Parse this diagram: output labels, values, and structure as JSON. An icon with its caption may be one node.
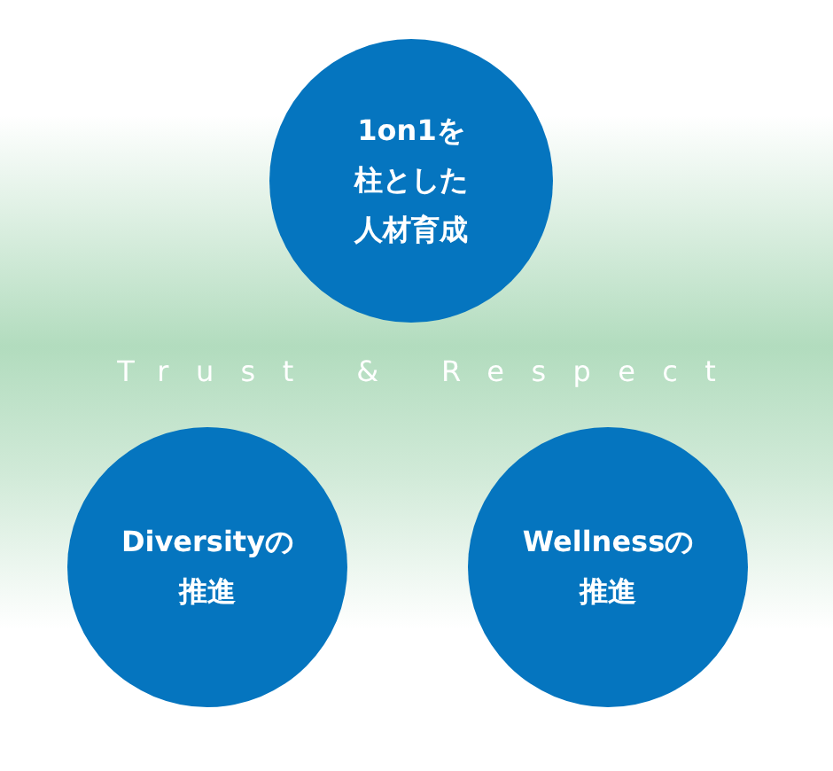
{
  "diagram": {
    "nodes": [
      {
        "text": [
          "1on1を柱とした人材育成"
        ]
      },
      {
        "text": [
          "Diversityの推進"
        ]
      },
      {
        "text": [
          "Wellnessの推進"
        ]
      }
    ],
    "labels": [
      "Trust & Respect"
    ]
  }
}
